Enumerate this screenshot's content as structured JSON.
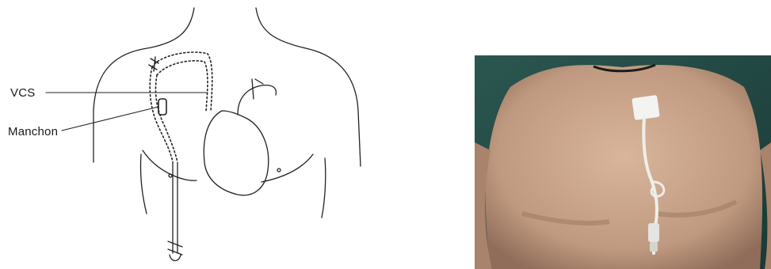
{
  "figure": {
    "diagram": {
      "labels": {
        "vcs": "VCS",
        "manchon": "Manchon"
      }
    },
    "photo": {
      "subject": "child-chest-with-central-venous-catheter",
      "colors": {
        "background": "#234a45",
        "skin": "#c9a48a",
        "skin_shadow": "#8f6d5a",
        "dressing": "#f3f3f1",
        "catheter": "#eeeeea"
      }
    }
  }
}
